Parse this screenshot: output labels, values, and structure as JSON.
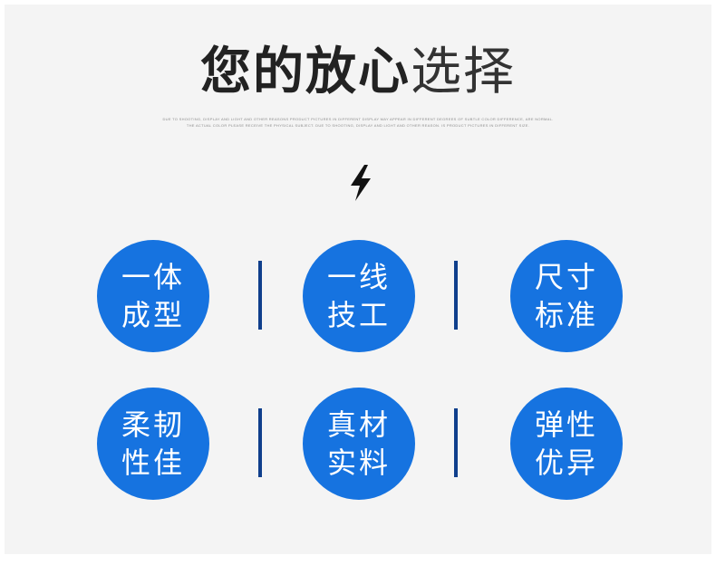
{
  "title": {
    "bold": "您的放心",
    "light": "选择"
  },
  "fineprint": "DUE TO SHOOTING, DISPLAY AND LIGHT AND OTHER REASONS PRODUCT PICTURES IN DIFFERENT DISPLAY MAY APPEAR IN DIFFERENT DEGREES OF SUBTLE COLOR DIFFERENCE, ARE NORMAL. THE ACTUAL COLOR PLEASE RECEIVE THE PHYSICAL SUBJECT. DUE TO SHOOTING, DISPLAY AND LIGHT AND OTHER REASON. IS PRODUCT PICTURES IN DIFFERENT SIZE.",
  "icons": {
    "bolt": "lightning-bolt-icon"
  },
  "colors": {
    "circle": "#1673e0",
    "divider": "#0f3f8c",
    "panel": "#f4f4f4"
  },
  "features": [
    {
      "line1": "一体",
      "line2": "成型"
    },
    {
      "line1": "一线",
      "line2": "技工"
    },
    {
      "line1": "尺寸",
      "line2": "标准"
    },
    {
      "line1": "柔韧",
      "line2": "性佳"
    },
    {
      "line1": "真材",
      "line2": "实料"
    },
    {
      "line1": "弹性",
      "line2": "优异"
    }
  ]
}
